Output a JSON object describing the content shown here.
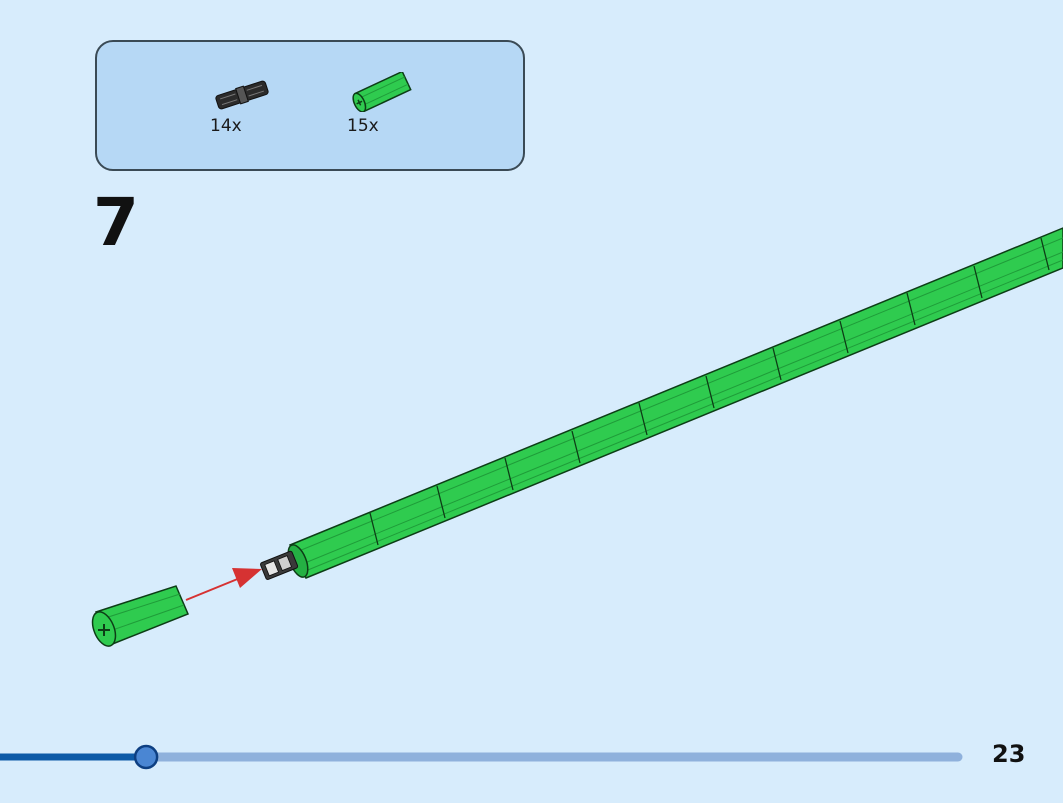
{
  "parts": [
    {
      "name": "axle-connector",
      "quantity": "14x",
      "color": "#2a2a2a"
    },
    {
      "name": "green-axle-tube",
      "quantity": "15x",
      "color": "#2fcb4f"
    }
  ],
  "step": {
    "number": "7"
  },
  "page": {
    "number": "23",
    "progress": 0.14
  },
  "colors": {
    "background": "#d7ecfc",
    "parts_box": "#b6d8f5",
    "tube_green": "#2fcb4f",
    "tube_dark": "#1f9c39",
    "arrow": "#d63232",
    "progress_done": "#0d5aa7",
    "progress_remaining": "#8fb1dc"
  }
}
